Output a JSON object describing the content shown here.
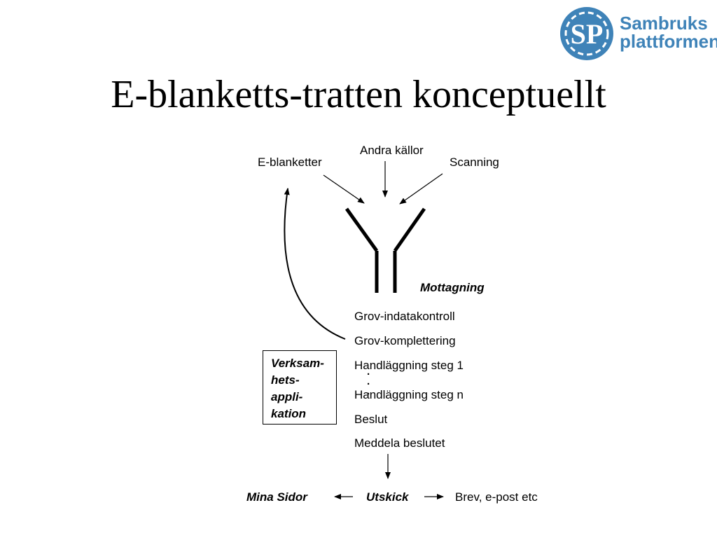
{
  "logo": {
    "monogram": "SP",
    "line1": "Sambruks",
    "line2": "plattformen",
    "color": "#3f83b8"
  },
  "title": "E-blanketts-tratten konceptuellt",
  "sources": {
    "left": "E-blanketter",
    "center": "Andra källor",
    "right": "Scanning"
  },
  "funnel_label": "Mottagning",
  "steps": [
    "Grov-indatakontroll",
    "Grov-komplettering",
    "Handläggning steg 1",
    "Handläggning steg n",
    "Beslut",
    "Meddela beslutet"
  ],
  "ellipsis": "· · ·",
  "app_box": {
    "lines": [
      "Verksam-",
      "hets-",
      "appli-",
      "kation"
    ]
  },
  "bottom": {
    "left": "Mina Sidor",
    "center": "Utskick",
    "right": "Brev, e-post etc"
  }
}
